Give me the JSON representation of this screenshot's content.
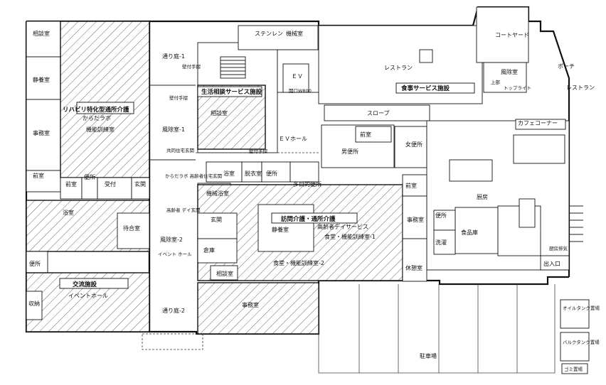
{
  "facilities": {
    "rehab": "リハビリ特化型通所介護",
    "rehab_sub": "からだラボ",
    "consult": "生活相談サービス施設",
    "restaurant_svc": "食事サービス施設",
    "visit_care": "訪問介護・通所介護",
    "visit_care_sub": "高齢者デイサービス",
    "exchange": "交流施設"
  },
  "rooms": {
    "interview": "相談室",
    "quiet": "静養室",
    "office": "事務室",
    "training": "機能訓練室",
    "toilet": "便所",
    "front": "前室",
    "reception": "受付",
    "entrance": "玄関",
    "bath": "浴室",
    "waiting": "待合室",
    "event_hall": "イベントホール",
    "storage": "収納",
    "alley1": "通り庭-1",
    "alley2": "通り庭-2",
    "wind1": "風除室-1",
    "wind2": "風除室-2",
    "machine": "機械室",
    "elevator": "ＥＶ",
    "elevator_hall": "ＥＶホール",
    "elevator_door": "開口W800",
    "slope": "スロープ",
    "restaurant": "レストラン",
    "courtyard": "コートヤード",
    "wind_room": "風除室",
    "porch": "ポーチ",
    "to_restaurant": "レストラン",
    "skylight": "トップライト",
    "upper_floor": "上部",
    "cafe": "カフェコーナー",
    "kitchen": "厨房",
    "pantry": "食品庫",
    "laundry": "洗濯",
    "rest_room": "休憩室",
    "women_toilet": "女便所",
    "men_toilet": "男便所",
    "disabled_toilet": "多目的便所",
    "changing": "脱衣室",
    "machine_bath": "機械浴室",
    "dining_training1": "食堂・機能訓練室-1",
    "dining_training2": "食堂・機能訓練室-2",
    "public_entrance": "共同住宅玄関",
    "rehab_entrance": "からだラボ 高齢者住宅玄関",
    "day_entrance": "高齢者 デイ玄関",
    "event_hall_entrance": "イベント ホール",
    "outlet": "出入口",
    "handrail1": "壁付手摺",
    "handrail2": "壁付手摺",
    "handrail3": "壁付手摺",
    "kitchen_exit": "厨房排気",
    "stair": "ステンレン",
    "parking": "駐車場",
    "oil_tank": "オイルタンク置場",
    "bulk_tank": "バルクタンク置場",
    "garbage": "ゴミ置場",
    "front2": "前室",
    "shared_toilet": "便所",
    "small_toilet": "便所",
    "storage2": "倉庫"
  }
}
